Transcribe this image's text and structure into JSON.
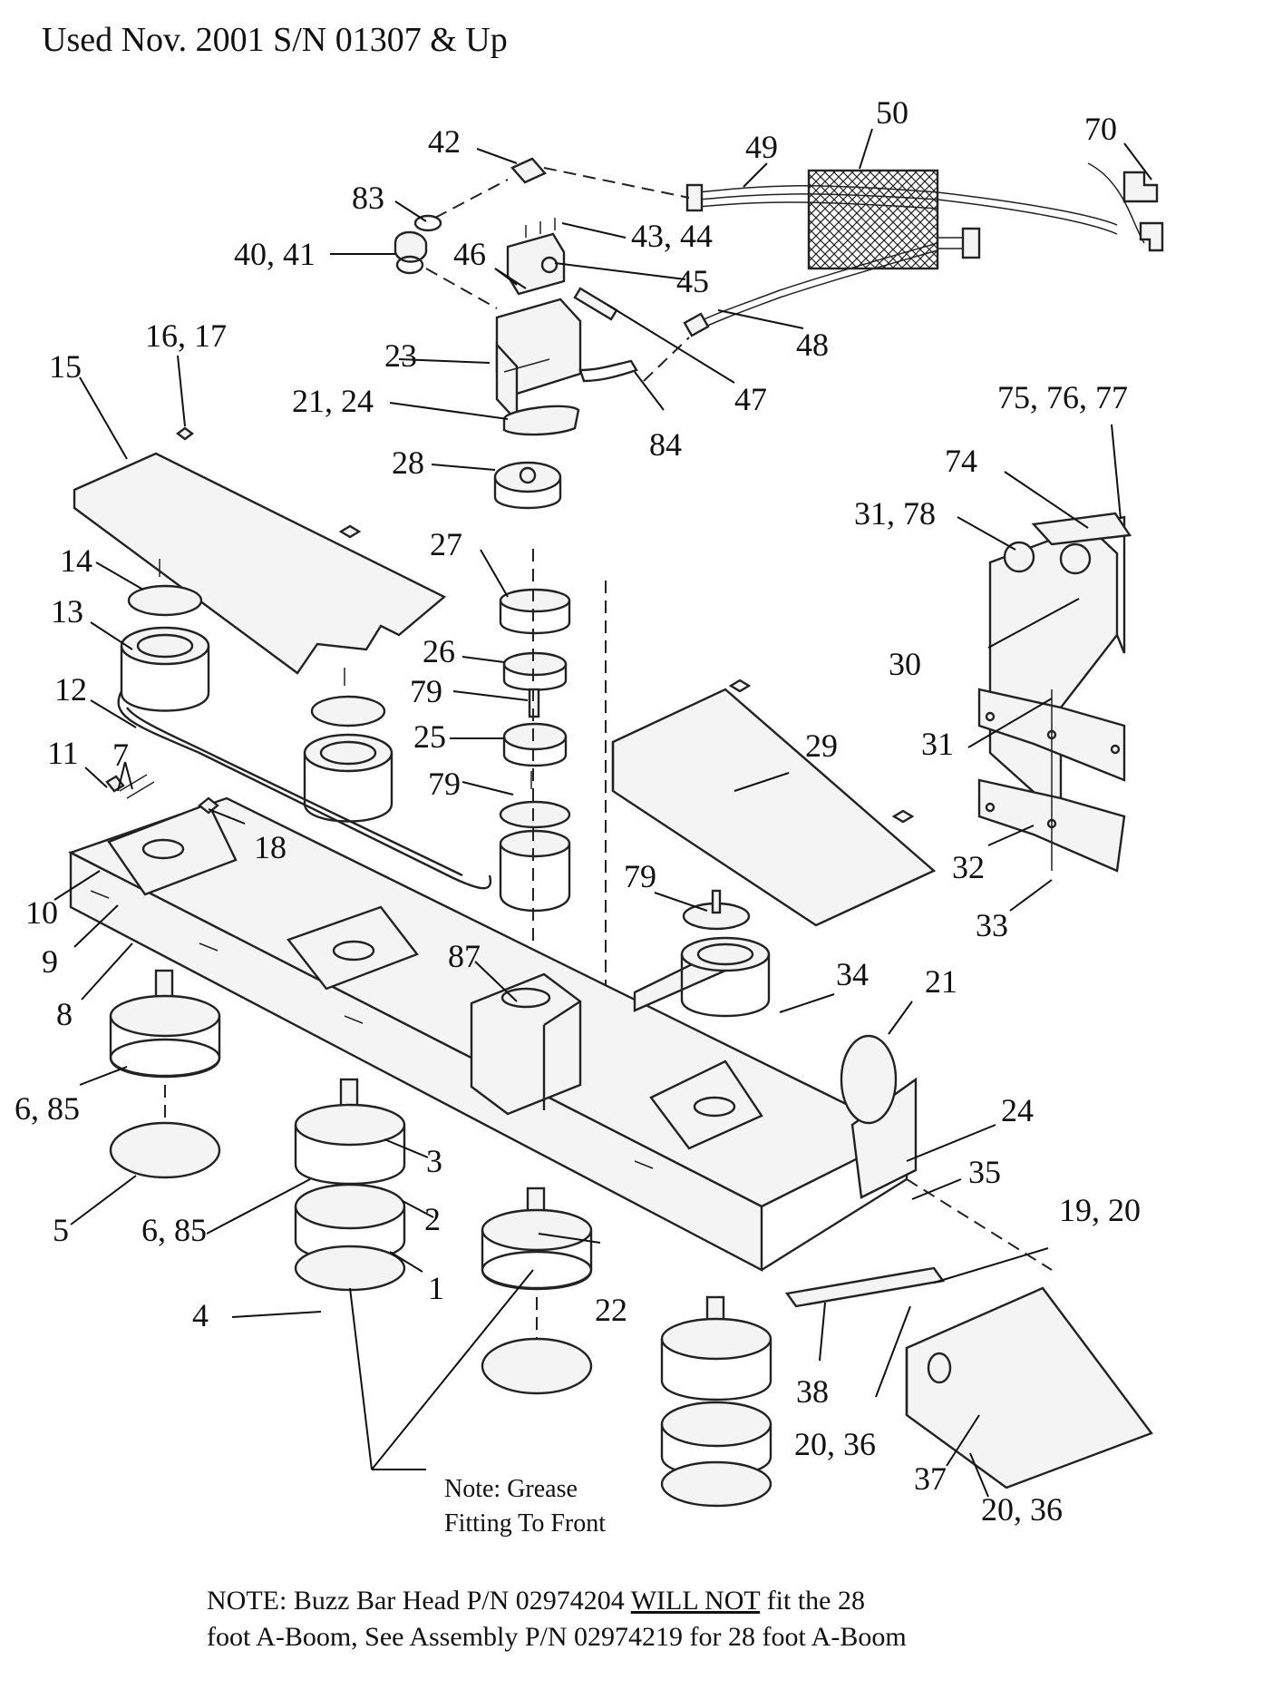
{
  "header": "Used Nov. 2001 S/N 01307 & Up",
  "callouts": {
    "c1": "1",
    "c2": "2",
    "c3": "3",
    "c4": "4",
    "c5": "5",
    "c6_85a": "6, 85",
    "c6_85b": "6, 85",
    "c7": "7",
    "c8": "8",
    "c9": "9",
    "c10": "10",
    "c11": "11",
    "c12": "12",
    "c13": "13",
    "c14": "14",
    "c15": "15",
    "c16_17": "16, 17",
    "c18": "18",
    "c19_20": "19, 20",
    "c20_36a": "20, 36",
    "c20_36b": "20, 36",
    "c21": "21",
    "c21_24": "21, 24",
    "c22": "22",
    "c23": "23",
    "c24": "24",
    "c25": "25",
    "c26": "26",
    "c27": "27",
    "c28": "28",
    "c29": "29",
    "c30": "30",
    "c31": "31",
    "c31_78": "31, 78",
    "c32": "32",
    "c33": "33",
    "c34": "34",
    "c35": "35",
    "c37": "37",
    "c38": "38",
    "c40_41": "40, 41",
    "c42": "42",
    "c43_44": "43, 44",
    "c45": "45",
    "c46": "46",
    "c47": "47",
    "c48": "48",
    "c49": "49",
    "c50": "50",
    "c70": "70",
    "c74": "74",
    "c75_76_77": "75, 76, 77",
    "c79a": "79",
    "c79b": "79",
    "c79c": "79",
    "c83": "83",
    "c84": "84",
    "c87": "87"
  },
  "grease_note": {
    "line1": "Note: Grease",
    "line2": "Fitting To Front"
  },
  "footer": {
    "prefix": "NOTE:   Buzz Bar  Head P/N  02974204 ",
    "emphasis": "WILL NOT",
    "suffix": "  fit the 28",
    "line2": "foot  A-Boom,  See Assembly P/N 02974219 for 28 foot A-Boom"
  }
}
